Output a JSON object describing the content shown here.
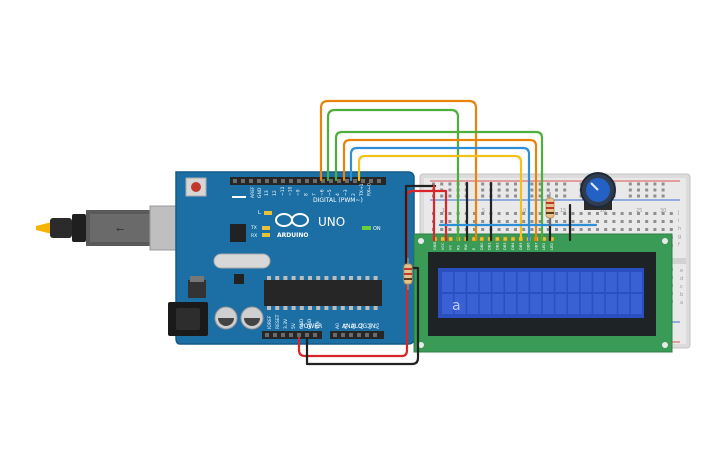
{
  "board": {
    "logo": "ARDUINO",
    "model": "UNO",
    "digital_header": "DIGITAL (PWM~)",
    "power_header": "POWER",
    "analog_header": "ANALOG IN",
    "aref": "AREF",
    "gnd": "GND",
    "on": "ON",
    "led_l": "L",
    "led_tx": "TX",
    "led_rx": "RX",
    "digital_pins": [
      "13",
      "12",
      "~11",
      "~10",
      "~9",
      "8",
      "7",
      "~6",
      "~5",
      "4",
      "~3",
      "2",
      "TX→1",
      "RX←0"
    ],
    "power_pins": [
      "IOREF",
      "RESET",
      "3.3V",
      "5V",
      "GND",
      "GND",
      "VIN"
    ],
    "analog_pins": [
      "A0",
      "A1",
      "A2",
      "A3",
      "A4",
      "A5"
    ]
  },
  "breadboard": {
    "columns": [
      "1",
      "5",
      "10",
      "15",
      "20",
      "25",
      "30"
    ],
    "rows_top": [
      "j",
      "i",
      "h",
      "g",
      "f"
    ],
    "rows_bottom": [
      "e",
      "d",
      "c",
      "b",
      "a"
    ]
  },
  "lcd": {
    "pins": [
      "GND",
      "VCC",
      "V0",
      "RS",
      "RW",
      "E",
      "DB0",
      "DB1",
      "DB2",
      "DB3",
      "DB4",
      "DB5",
      "DB6",
      "DB7",
      "LED",
      "LED"
    ],
    "display_text": "a",
    "colors": {
      "pcb": "#3a9b56",
      "bezel": "#1e2326",
      "screen": "#2a4fc0",
      "cell": "#3a61d4",
      "text": "#b8c9ff"
    }
  },
  "colors": {
    "board_blue": "#1b6fa5",
    "wire_orange": "#e8840c",
    "wire_green": "#4caf3c",
    "wire_blue": "#2f8fd6",
    "wire_yellow": "#f2c21a",
    "wire_red": "#d8262b",
    "wire_black": "#222222"
  }
}
